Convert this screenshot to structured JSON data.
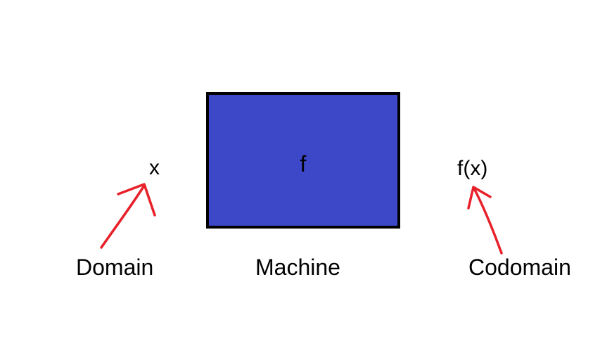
{
  "diagram": {
    "input_symbol": "x",
    "machine_symbol": "f",
    "output_symbol": "f(x)",
    "domain_caption": "Domain",
    "machine_caption": "Machine",
    "codomain_caption": "Codomain"
  },
  "colors": {
    "machine_fill": "#3d48c8",
    "machine_border": "#000000",
    "arrow": "#e8202a",
    "text": "#000000",
    "background": "#ffffff"
  }
}
